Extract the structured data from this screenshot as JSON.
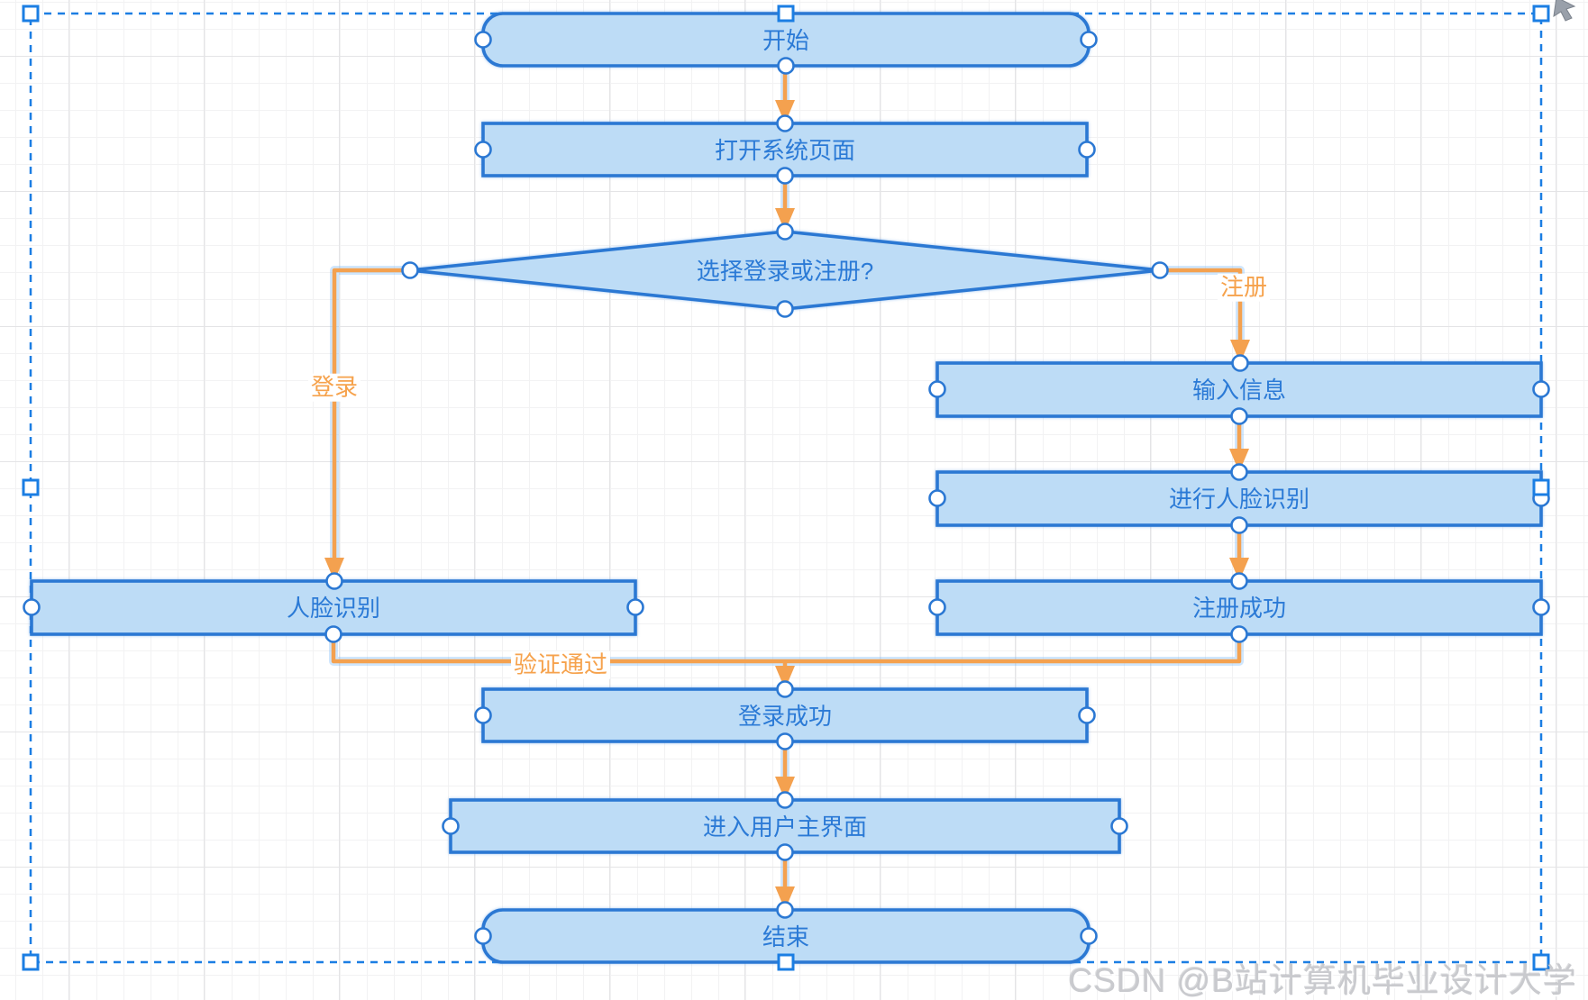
{
  "diagram": {
    "nodes": [
      {
        "id": "start",
        "label": "开始",
        "shape": "terminator"
      },
      {
        "id": "open-system-page",
        "label": "打开系统页面",
        "shape": "process"
      },
      {
        "id": "choose-login-or-register",
        "label": "选择登录或注册?",
        "shape": "decision"
      },
      {
        "id": "input-info",
        "label": "输入信息",
        "shape": "process"
      },
      {
        "id": "do-face-recognition",
        "label": "进行人脸识别",
        "shape": "process"
      },
      {
        "id": "register-success",
        "label": "注册成功",
        "shape": "process"
      },
      {
        "id": "face-recognition",
        "label": "人脸识别",
        "shape": "process"
      },
      {
        "id": "login-success",
        "label": "登录成功",
        "shape": "process"
      },
      {
        "id": "enter-user-main-ui",
        "label": "进入用户主界面",
        "shape": "process"
      },
      {
        "id": "end",
        "label": "结束",
        "shape": "terminator"
      }
    ],
    "edges": [
      {
        "from": "start",
        "to": "open-system-page",
        "label": ""
      },
      {
        "from": "open-system-page",
        "to": "choose-login-or-register",
        "label": ""
      },
      {
        "from": "choose-login-or-register",
        "to": "face-recognition",
        "label": "登录"
      },
      {
        "from": "choose-login-or-register",
        "to": "input-info",
        "label": "注册"
      },
      {
        "from": "input-info",
        "to": "do-face-recognition",
        "label": ""
      },
      {
        "from": "do-face-recognition",
        "to": "register-success",
        "label": ""
      },
      {
        "from": "face-recognition",
        "to": "login-success",
        "label": "验证通过"
      },
      {
        "from": "register-success",
        "to": "login-success",
        "label": ""
      },
      {
        "from": "login-success",
        "to": "enter-user-main-ui",
        "label": ""
      },
      {
        "from": "enter-user-main-ui",
        "to": "end",
        "label": ""
      }
    ]
  },
  "watermark": {
    "text": "CSDN @B站计算机毕业设计大学"
  },
  "colors": {
    "node_fill": "#bddcf6",
    "node_border": "#2b78d3",
    "node_text": "#2b7ad6",
    "connector": "#f4a14f",
    "edge_label_text": "#f6a24c",
    "selection": "#1b7ee3",
    "grid_minor": "#f2f2f3",
    "grid_major": "#e4e4e6",
    "watermark_text": "#c9cace"
  }
}
